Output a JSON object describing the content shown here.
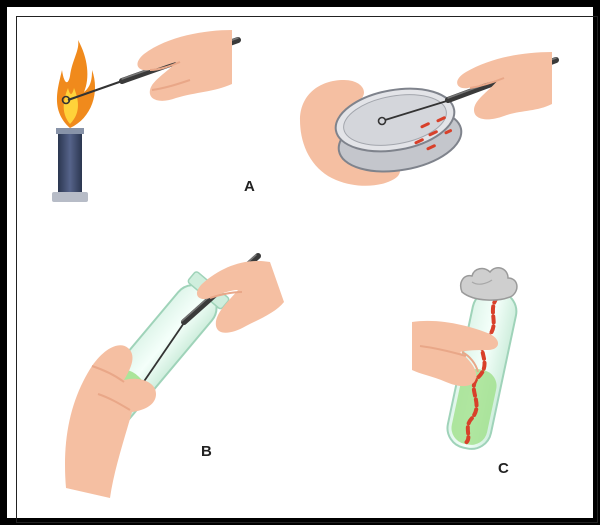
{
  "labels": {
    "a": "A",
    "b": "B",
    "c": "C"
  },
  "colors": {
    "skin": "#f5bfa2",
    "skin_shadow": "#e9a788",
    "flame_outer": "#f08a1c",
    "flame_inner": "#ffd23a",
    "burner": "#3c4a66",
    "culture_red": "#d8402a",
    "tube_green": "#9fe08a",
    "cotton": "#cfcfcf"
  }
}
